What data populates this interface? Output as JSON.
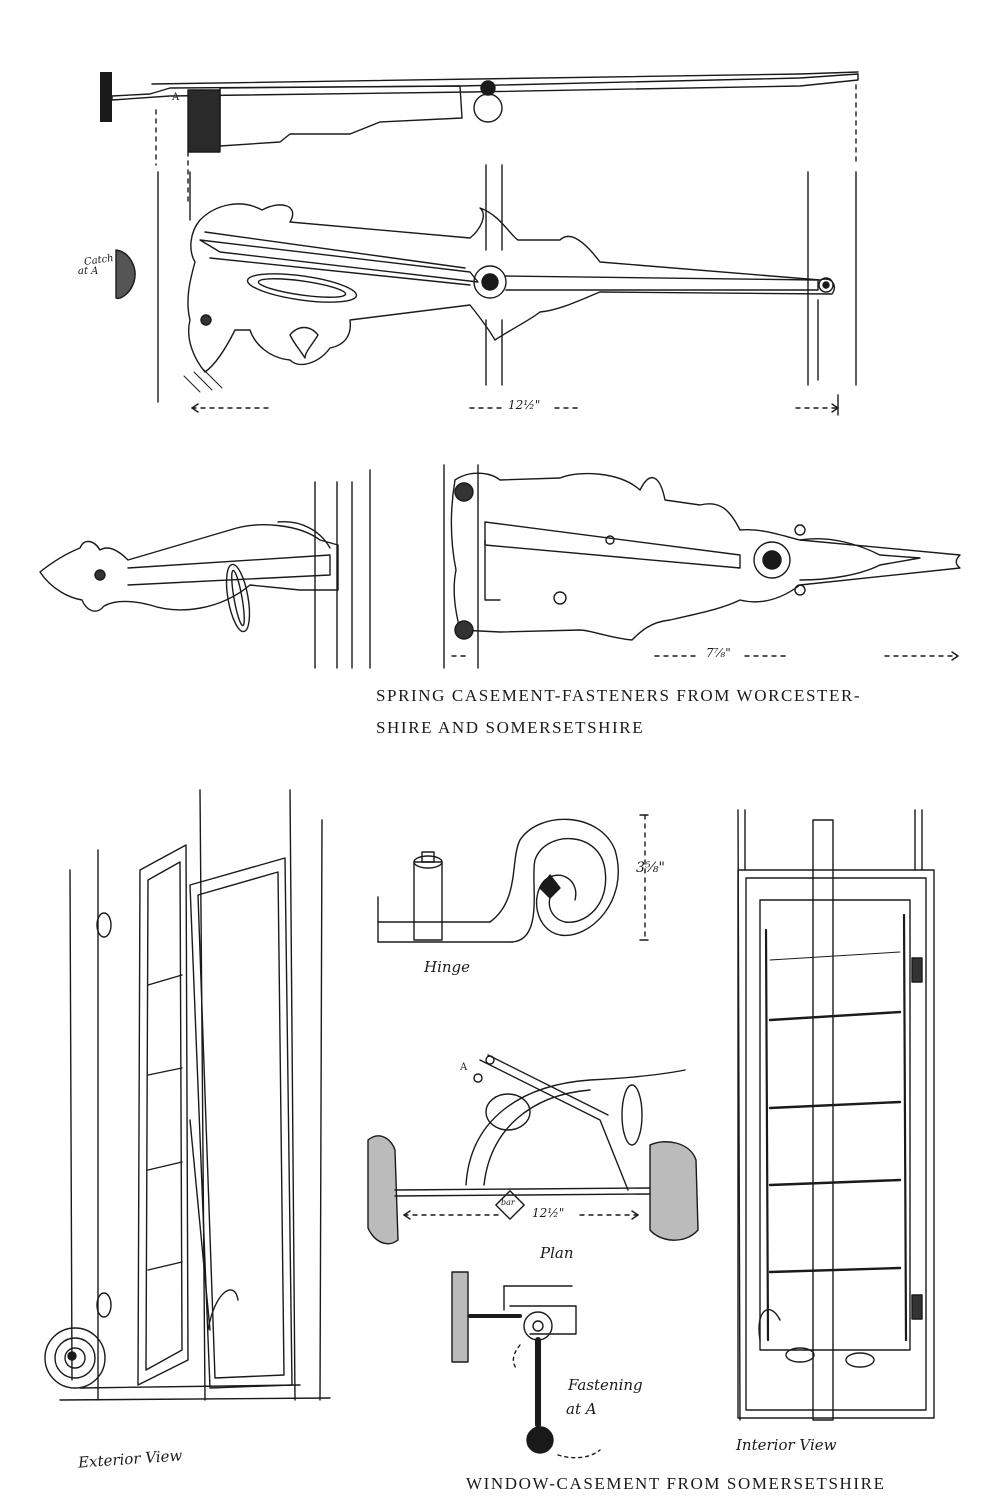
{
  "captions": {
    "top_line1": "SPRING CASEMENT-FASTENERS FROM WORCESTER-",
    "top_line2": "SHIRE AND SOMERSETSHIRE",
    "bottom": "WINDOW-CASEMENT FROM SOMERSETSHIRE"
  },
  "labels": {
    "catch": "Catch",
    "at_a": "at A",
    "a_marker": "A",
    "hinge": "Hinge",
    "plan": "Plan",
    "fastening_line1": "Fastening",
    "fastening_line2": "at A",
    "exterior_view": "Exterior View",
    "interior_view": "Interior View",
    "bar": "bar"
  },
  "dimensions": {
    "top_fastener_width": "12½\"",
    "second_fastener_width": "7⅞\"",
    "hinge_height": "3⅝\"",
    "plan_width": "12½\""
  }
}
